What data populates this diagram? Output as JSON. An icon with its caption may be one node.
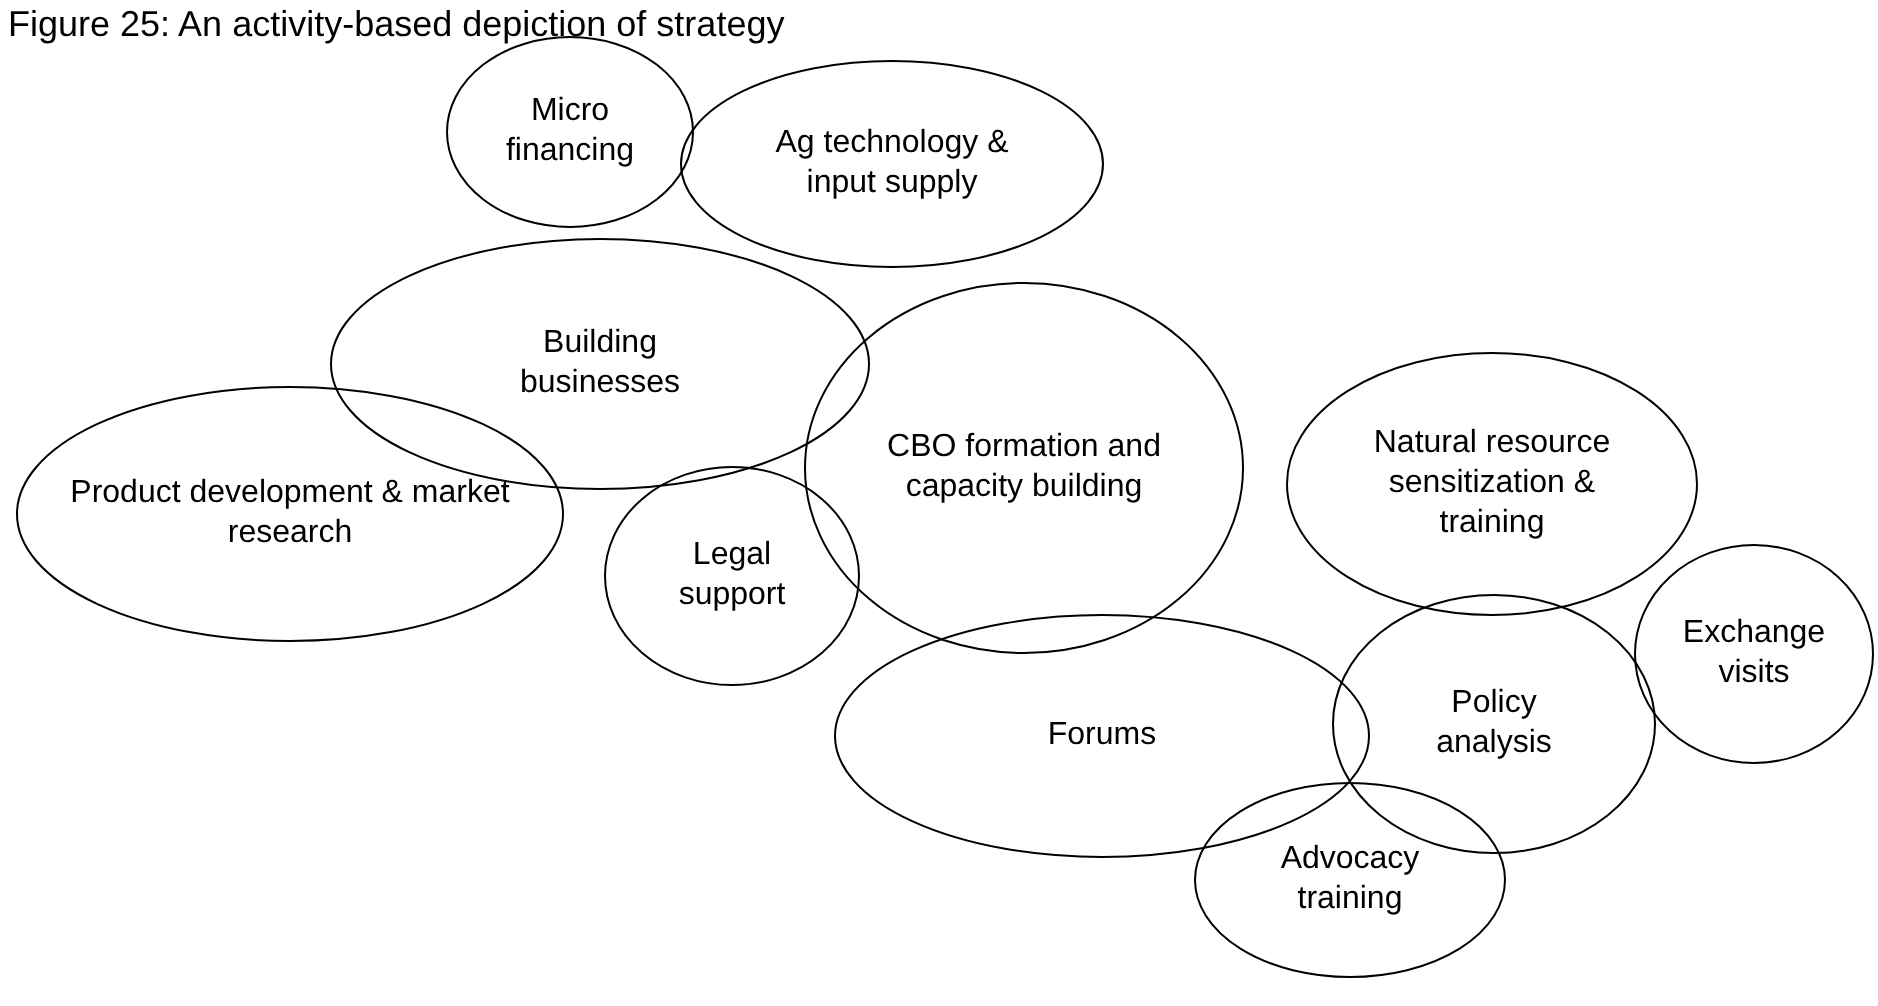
{
  "diagram": {
    "title": "Figure 25: An activity-based depiction of strategy",
    "nodes": [
      {
        "text": [
          "Micro financing"
        ]
      },
      {
        "text": [
          "Ag technology & input supply"
        ]
      },
      {
        "text": [
          "Building businesses"
        ]
      },
      {
        "text": [
          "CBO formation and capacity building"
        ]
      },
      {
        "text": [
          "Natural resource sensitization & training"
        ]
      },
      {
        "text": [
          "Product development & market research"
        ]
      },
      {
        "text": [
          "Legal support"
        ]
      },
      {
        "text": [
          "Exchange visits"
        ]
      },
      {
        "text": [
          "Policy analysis"
        ]
      },
      {
        "text": [
          "Forums"
        ]
      },
      {
        "text": [
          "Advocacy training"
        ]
      }
    ]
  }
}
